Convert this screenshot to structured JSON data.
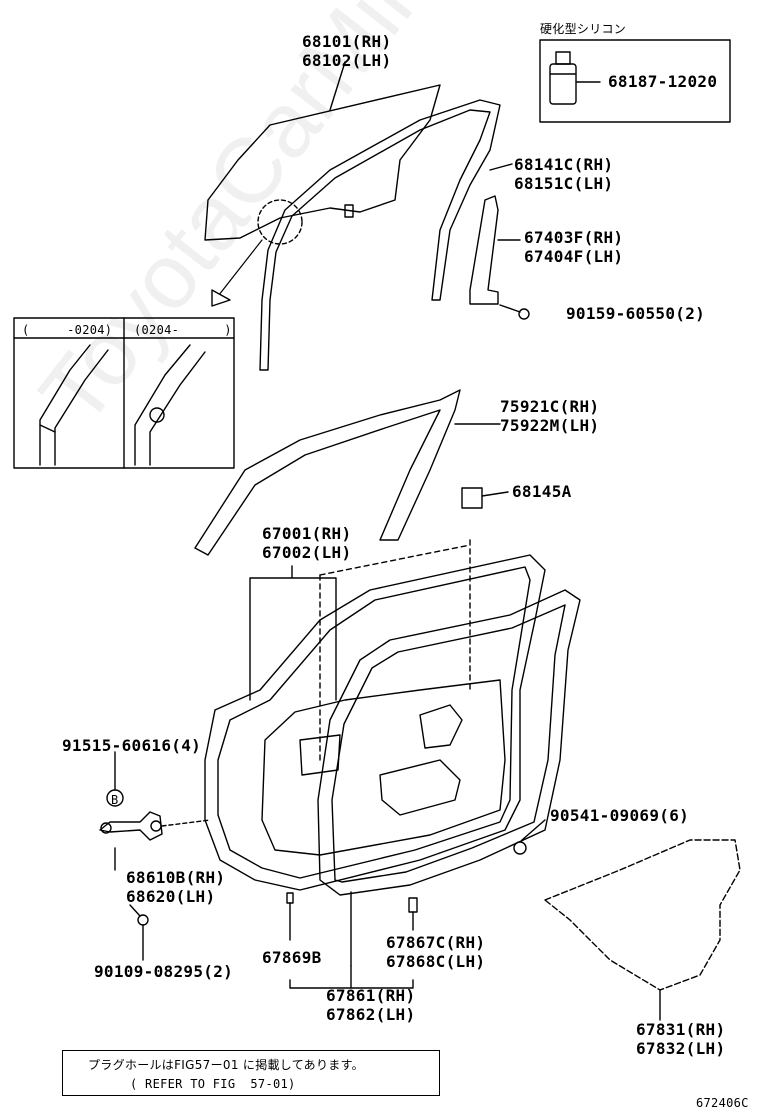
{
  "watermark": "ToyotaCarMine.ru",
  "sealant_box": {
    "title": "硬化型シリコン",
    "part": "68187-12020"
  },
  "parts": {
    "glass": [
      "68101(RH)",
      "68102(LH)"
    ],
    "run_channel": [
      "68141C(RH)",
      "68151C(LH)"
    ],
    "division_bar": [
      "67403F(RH)",
      "67404F(LH)"
    ],
    "screw_90159": "90159-60550(2)",
    "molding": [
      "75921C(RH)",
      "75922M(LH)"
    ],
    "pad": "68145A",
    "door_panel": [
      "67001(RH)",
      "67002(LH)"
    ],
    "bolt_91515": "91515-60616(4)",
    "hinge": [
      "68610B(RH)",
      "68620(LH)"
    ],
    "bolt_90109": "90109-08295(2)",
    "clip_67869": "67869B",
    "clip_67867": [
      "67867C(RH)",
      "67868C(LH)"
    ],
    "weatherstrip": [
      "67861(RH)",
      "67862(LH)"
    ],
    "clip_90541": "90541-09069(6)",
    "cover": [
      "67831(RH)",
      "67832(LH)"
    ],
    "hinge_marker": "B"
  },
  "inset": {
    "left_header": "(     -0204)",
    "right_header": "(0204-      )"
  },
  "note": {
    "line1": "プラグホールはFIG57ー01 に掲載してあります。",
    "line2": "( REFER TO FIG  57-01)"
  },
  "figure_id": "672406C"
}
